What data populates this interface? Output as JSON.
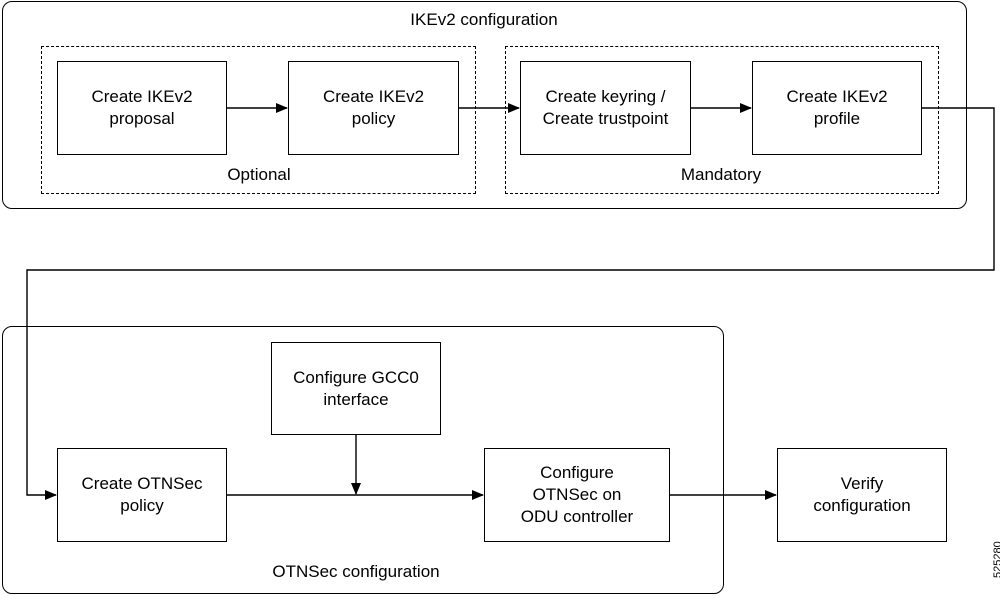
{
  "ike_group": {
    "title": "IKEv2 configuration",
    "optional_label": "Optional",
    "mandatory_label": "Mandatory",
    "steps": [
      "Create IKEv2\nproposal",
      "Create IKEv2\npolicy",
      "Create keyring /\nCreate trustpoint",
      "Create IKEv2\nprofile"
    ]
  },
  "otnsec_group": {
    "title": "OTNSec configuration",
    "gcc0_step": "Configure GCC0\ninterface",
    "policy_step": "Create OTNSec\npolicy",
    "odu_step": "Configure\nOTNSec on\nODU controller"
  },
  "verify_step": "Verify\nconfiguration",
  "figure_number": "525280"
}
